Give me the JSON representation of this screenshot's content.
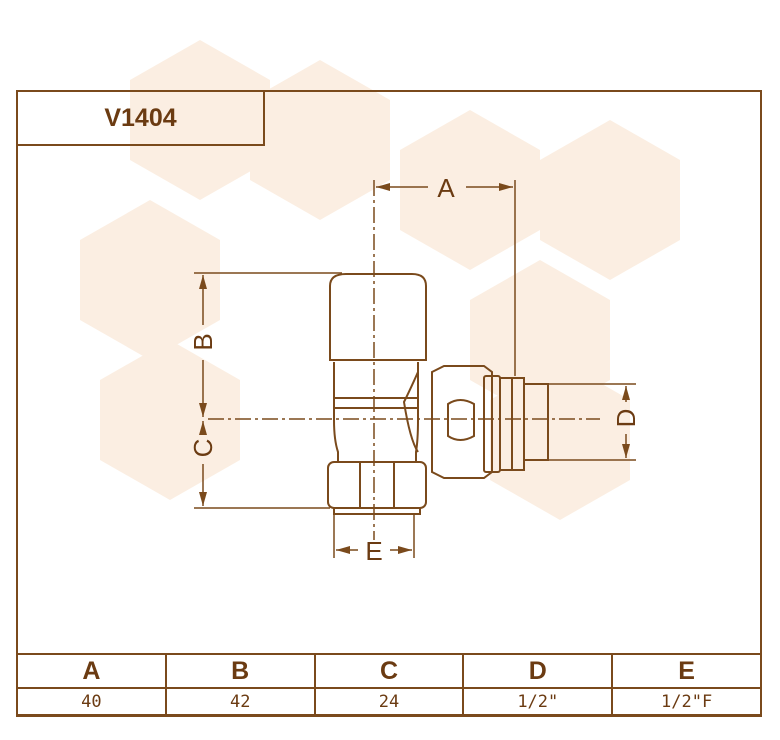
{
  "title": "V1404",
  "dimension_letters": {
    "a": "A",
    "b": "B",
    "c": "C",
    "d": "D",
    "e": "E"
  },
  "table": {
    "headers": [
      "A",
      "B",
      "C",
      "D",
      "E"
    ],
    "values": [
      "40",
      "42",
      "24",
      "1/2\"",
      "1/2\"F"
    ]
  },
  "colors": {
    "line": "#7a4a1c",
    "text": "#6b3b12",
    "watermark": "#fbeee2"
  }
}
